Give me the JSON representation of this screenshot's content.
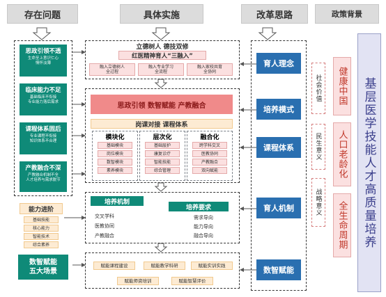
{
  "headers": {
    "col1": "存在问题",
    "col2": "具体实施",
    "col3": "改革思路",
    "col4": "政策背景"
  },
  "problems": [
    {
      "title": "思政引领不透",
      "desc": "生命至上意识仁心\n情怀淡薄"
    },
    {
      "title": "临床能力不足",
      "desc": "基础临床不衔接\n专业能力落后需求"
    },
    {
      "title": "课程体系固后",
      "desc": "专业课程不衔接\n知识体系不合理"
    },
    {
      "title": "产教融合不深",
      "desc": "产教融合机制不全\n人才培养与需求脱节"
    }
  ],
  "ability": {
    "title": "能力进阶",
    "items": [
      "基础技能",
      "核心能力",
      "智能技术",
      "综合素养"
    ]
  },
  "scene": "数智赋能\n五大场景",
  "top_section": {
    "line1": "立德树人  德技双修",
    "line2": "红医精神育人“三融入”",
    "boxes": [
      "融入立德树人\n全过程",
      "融入专业学习\n全流程",
      "融入家校共育\n全协同"
    ]
  },
  "mid_section": {
    "banner": "思政引领    数智赋能    产教融合",
    "sub_banner": "岗课对接   课程体系",
    "cols": [
      {
        "title": "模块化",
        "items": [
          "基础模块",
          "岗位模块",
          "数智模块",
          "素养模块"
        ]
      },
      {
        "title": "层次化",
        "items": [
          "基础层护",
          "康复诊疗",
          "智能技能",
          "综合管理"
        ]
      },
      {
        "title": "融合化",
        "items": [
          "跨学科交叉",
          "医教协同",
          "产教融合",
          "双向赋能"
        ]
      }
    ]
  },
  "mech_section": {
    "left_title": "培养机制",
    "left_items": [
      "交叉学科",
      "医教协同",
      "产教融合"
    ],
    "right_title": "培养要求",
    "right_items": [
      "需求导向",
      "能力导向",
      "融合导向"
    ]
  },
  "digital_section": {
    "items": [
      "赋能课程建设",
      "赋能教学科研",
      "赋能实训实践",
      "赋能师资培训",
      "赋能智慧评价"
    ]
  },
  "reform": [
    "育人理念",
    "培养模式",
    "课程体系",
    "育人机制",
    "数智赋能"
  ],
  "values": [
    "社会价值",
    "民生意义",
    "战略意义"
  ],
  "policy": [
    "健康中国",
    "人口老龄化",
    "全生命周期"
  ],
  "tagline": "基层医学技能人才高质量培养",
  "colors": {
    "teal": "#0f8a78",
    "blue": "#2a6fb0",
    "pink": "#f08a8a",
    "cream": "#fdebd3",
    "gray": "#dcdcdc"
  }
}
